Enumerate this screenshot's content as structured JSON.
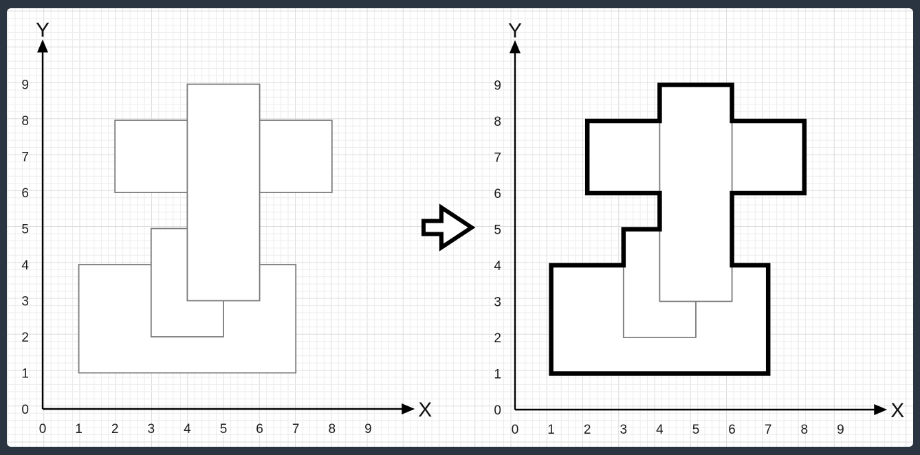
{
  "diagram": {
    "colors": {
      "background": "#2b3541",
      "grid_minor": "#ececec",
      "grid_major": "#dcdcdc",
      "axis": "#000000",
      "rect_stroke": "#7a7a7a",
      "outline_stroke": "#000000"
    },
    "left_panel": {
      "x_axis_label": "X",
      "y_axis_label": "Y",
      "x_ticks": [
        "0",
        "1",
        "2",
        "3",
        "4",
        "5",
        "6",
        "7",
        "8",
        "9"
      ],
      "y_ticks": [
        "0",
        "1",
        "2",
        "3",
        "4",
        "5",
        "6",
        "7",
        "8",
        "9"
      ],
      "rectangles": [
        {
          "x1": 1,
          "y1": 1,
          "x2": 7,
          "y2": 4
        },
        {
          "x1": 3,
          "y1": 2,
          "x2": 5,
          "y2": 5
        },
        {
          "x1": 2,
          "y1": 6,
          "x2": 8,
          "y2": 8
        },
        {
          "x1": 4,
          "y1": 3,
          "x2": 6,
          "y2": 9
        }
      ]
    },
    "arrow_icon": "right-arrow-outline",
    "right_panel": {
      "x_axis_label": "X",
      "y_axis_label": "Y",
      "x_ticks": [
        "0",
        "1",
        "2",
        "3",
        "4",
        "5",
        "6",
        "7",
        "8",
        "9"
      ],
      "y_ticks": [
        "0",
        "1",
        "2",
        "3",
        "4",
        "5",
        "6",
        "7",
        "8",
        "9"
      ],
      "inner_segments": [
        [
          [
            3,
            4
          ],
          [
            3,
            2
          ],
          [
            5,
            2
          ],
          [
            5,
            3
          ]
        ],
        [
          [
            4,
            5
          ],
          [
            4,
            3
          ],
          [
            6,
            3
          ],
          [
            6,
            4
          ]
        ],
        [
          [
            4,
            6
          ],
          [
            4,
            8
          ]
        ],
        [
          [
            6,
            6
          ],
          [
            6,
            8
          ]
        ]
      ],
      "outline": [
        [
          1,
          1
        ],
        [
          7,
          1
        ],
        [
          7,
          4
        ],
        [
          6,
          4
        ],
        [
          6,
          6
        ],
        [
          8,
          6
        ],
        [
          8,
          8
        ],
        [
          6,
          8
        ],
        [
          6,
          9
        ],
        [
          4,
          9
        ],
        [
          4,
          8
        ],
        [
          2,
          8
        ],
        [
          2,
          6
        ],
        [
          4,
          6
        ],
        [
          4,
          5
        ],
        [
          3,
          5
        ],
        [
          3,
          4
        ],
        [
          1,
          4
        ]
      ]
    }
  }
}
